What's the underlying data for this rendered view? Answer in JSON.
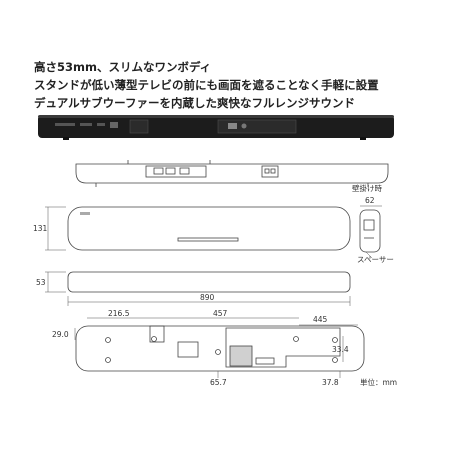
{
  "headlines": [
    "高さ53mm、スリムなワンボディ",
    "スタンドが低い薄型テレビの前にも画面を遮ることなく手軽に設置",
    "デュアルサブウーファーを内蔵した爽快なフルレンジサウンド"
  ],
  "labels": {
    "wall_mount": "壁掛け時",
    "spacer": "スペーサー",
    "unit_note": "単位：mm"
  },
  "dimensions": {
    "depth": "131",
    "height": "53",
    "width": "890",
    "spacer_width": "62",
    "hole_left": "216.5",
    "hole_span": "457",
    "hole_right": "445",
    "hole_top": "29.0",
    "bottom_left": "65.7",
    "bottom_right": "37.8",
    "side_offset": "33.4"
  },
  "colors": {
    "bar_body": "#1c1c1c",
    "outline": "#444444",
    "line": "#555555"
  }
}
